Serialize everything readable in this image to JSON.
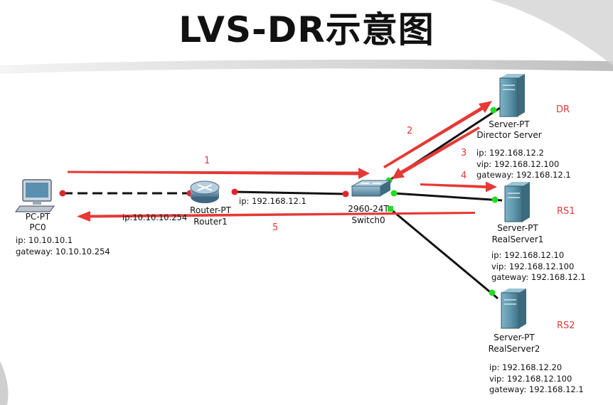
{
  "title": "LVS-DR示意图",
  "colors": {
    "arrow": "#e53935",
    "link": "#111111",
    "port_up": "#22dd22",
    "port_down": "#e0262a",
    "server": "#5f9ab0",
    "router": "#6d8fa8"
  },
  "devices": {
    "pc": {
      "type": "PC-PT",
      "name": "PC0",
      "ip": "ip: 10.10.10.1",
      "gateway": "gateway: 10.10.10.254"
    },
    "router": {
      "type": "Router-PT",
      "name": "Router1",
      "ip_left": "ip:10.10.10.254",
      "ip_right": "ip: 192.168.12.1"
    },
    "switch": {
      "type": "2960-24T",
      "name": "Switch0"
    },
    "director": {
      "type": "Server-PT",
      "name": "Director Server",
      "role": "DR",
      "ip": "ip: 192.168.12.2",
      "vip": "vip: 192.168.12.100",
      "gateway": "gateway: 192.168.12.1"
    },
    "rs1": {
      "type": "Server-PT",
      "name": "RealServer1",
      "role": "RS1",
      "ip": "ip: 192.168.12.10",
      "vip": "vip: 192.168.12.100",
      "gateway": "gateway: 192.168.12.1"
    },
    "rs2": {
      "type": "Server-PT",
      "name": "RealServer2",
      "role": "RS2",
      "ip": "ip: 192.168.12.20",
      "vip": "vip: 192.168.12.100",
      "gateway": "gateway: 192.168.12.1"
    }
  },
  "steps": [
    "1",
    "2",
    "3",
    "4",
    "5"
  ]
}
